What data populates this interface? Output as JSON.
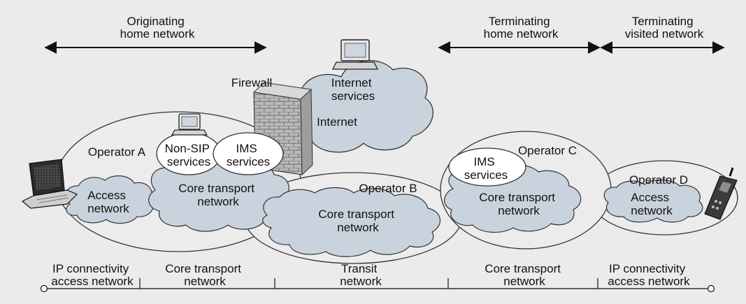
{
  "domains": {
    "originating_home": [
      "Originating",
      "home network"
    ],
    "terminating_home": [
      "Terminating",
      "home network"
    ],
    "terminating_visited": [
      "Terminating",
      "visited network"
    ]
  },
  "labels": {
    "firewall": "Firewall",
    "internet_services": [
      "Internet",
      "services"
    ],
    "internet": "Internet",
    "operator_a": "Operator A",
    "operator_b": "Operator B",
    "operator_c": "Operator C",
    "operator_d": "Operator D",
    "non_sip_services": [
      "Non-SIP",
      "services"
    ],
    "ims_services_a": [
      "IMS",
      "services"
    ],
    "ims_services_c": [
      "IMS",
      "services"
    ],
    "access_network_a": [
      "Access",
      "network"
    ],
    "access_network_d": [
      "Access",
      "network"
    ],
    "core_transport_a": [
      "Core transport",
      "network"
    ],
    "core_transport_b": [
      "Core transport",
      "network"
    ],
    "core_transport_c": [
      "Core transport",
      "network"
    ]
  },
  "segments": [
    [
      "IP connectivity",
      "access network"
    ],
    [
      "Core transport",
      "network"
    ],
    [
      "Transit",
      "network"
    ],
    [
      "Core transport",
      "network"
    ],
    [
      "IP connectivity",
      "access network"
    ]
  ],
  "colors": {
    "background": "#ebebeb",
    "ellipse_fill": "#ececec",
    "cloud_fill": "#c9d3dd",
    "stroke": "#333333"
  }
}
